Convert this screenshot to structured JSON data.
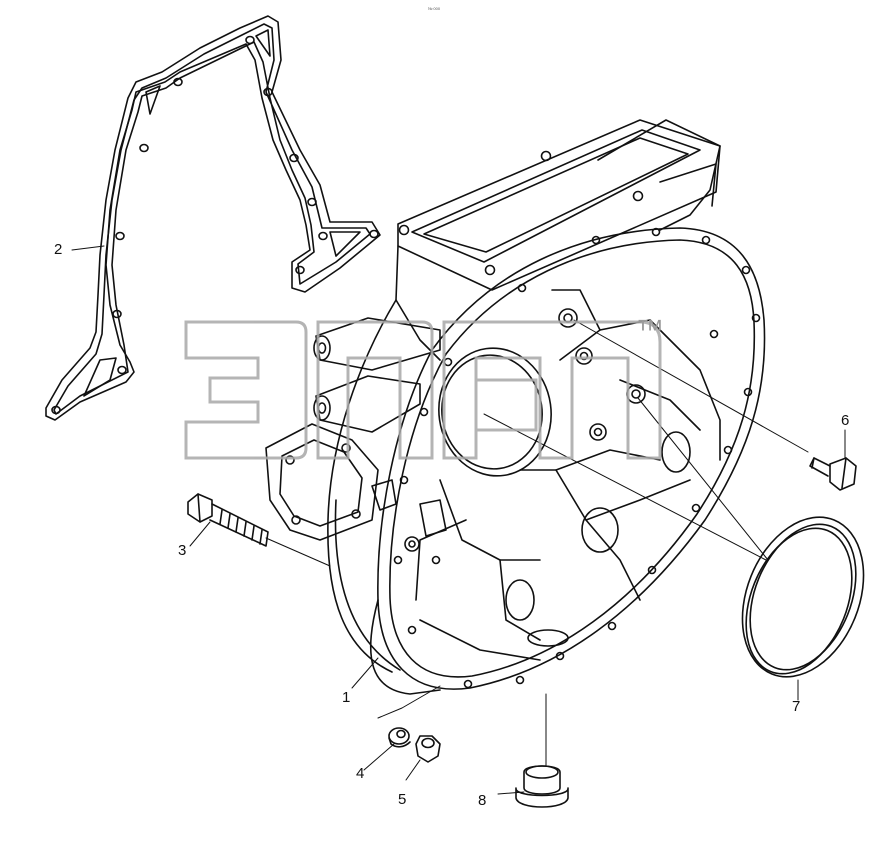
{
  "corner_mark": "№ 000",
  "watermark": {
    "trademark": "™"
  },
  "callouts": [
    {
      "id": "1",
      "label": "1"
    },
    {
      "id": "2",
      "label": "2"
    },
    {
      "id": "3",
      "label": "3"
    },
    {
      "id": "4",
      "label": "4"
    },
    {
      "id": "5",
      "label": "5"
    },
    {
      "id": "6",
      "label": "6"
    },
    {
      "id": "7",
      "label": "7"
    },
    {
      "id": "8",
      "label": "8"
    }
  ],
  "colors": {
    "line": "#111111",
    "watermark": "#a8a8a8",
    "background": "#ffffff"
  }
}
